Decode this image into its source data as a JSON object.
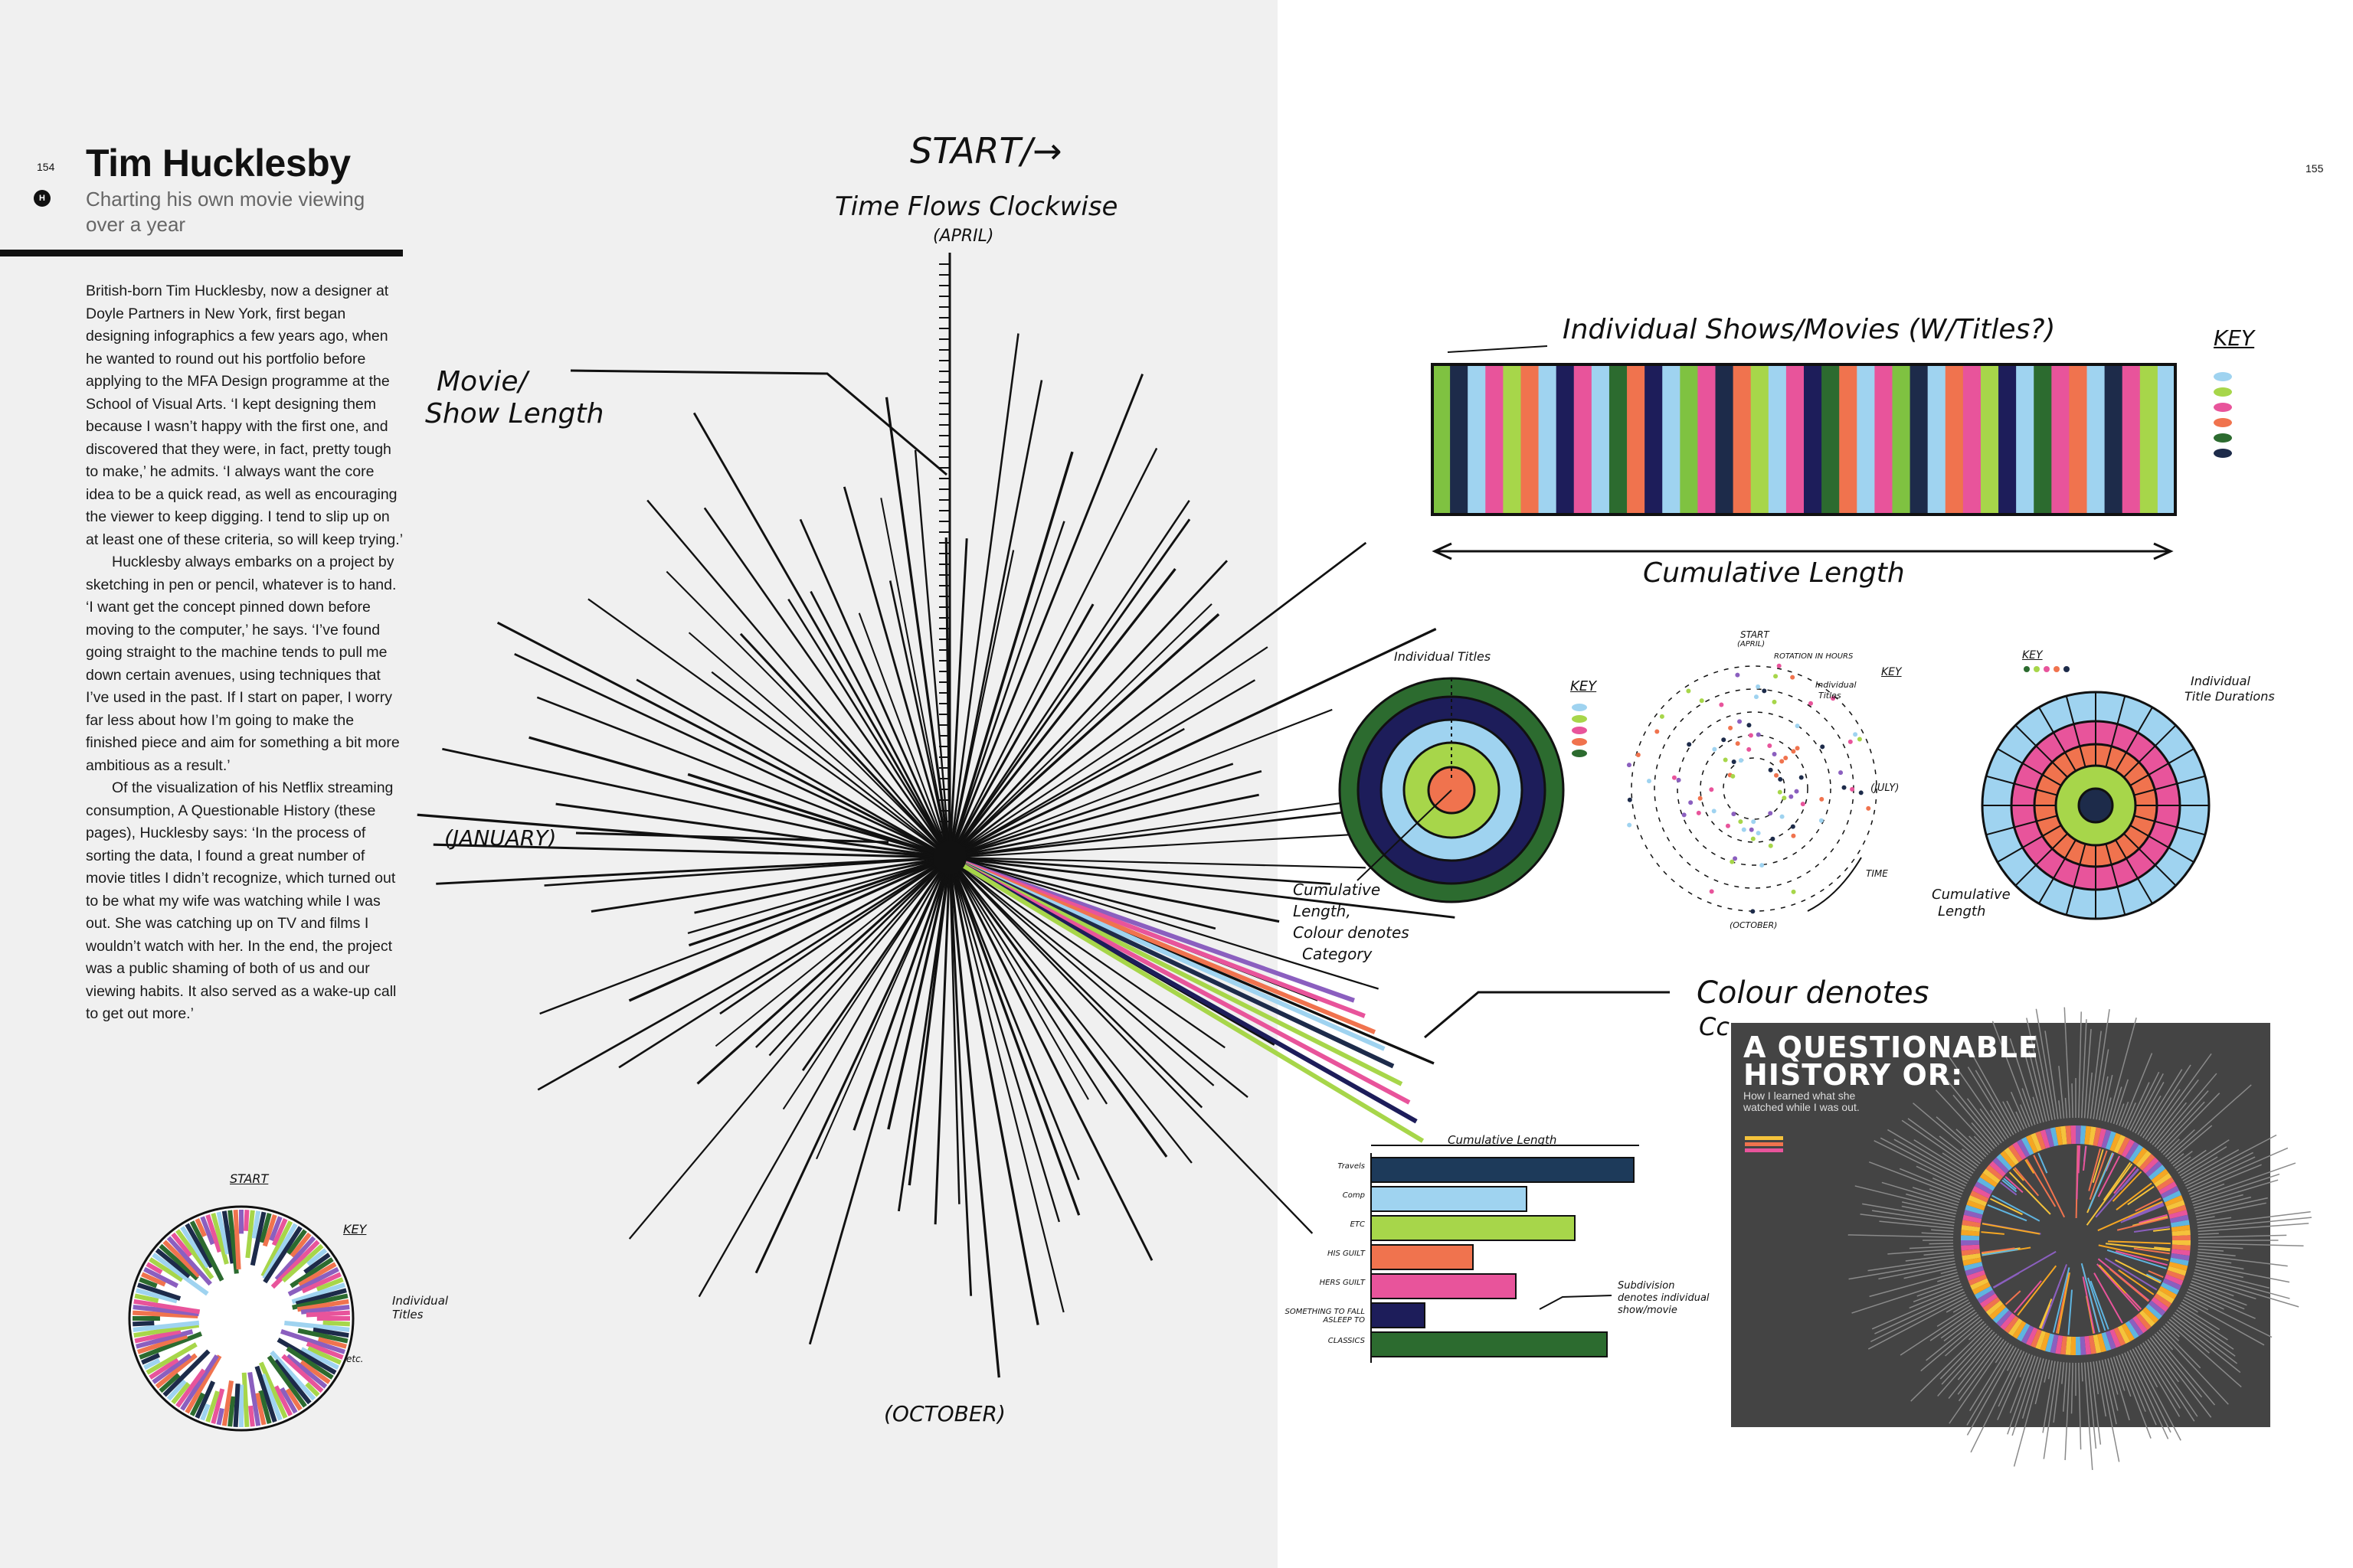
{
  "left_page": {
    "page_number": "154",
    "chapter_marker": "H",
    "title": "Tim Hucklesby",
    "subtitle": "Charting his own movie viewing over a year",
    "paragraphs": [
      "British-born Tim Hucklesby, now a designer at Doyle Partners in New York, first began designing infographics a few years ago, when he wanted to round out his portfolio before applying to the MFA Design programme at the School of Visual Arts. ‘I kept designing them because I wasn’t happy with the first one, and discovered that they were, in fact, pretty tough to make,’ he admits. ‘I always want the core idea to be a quick read, as well as encouraging the viewer to keep digging. I tend to slip up on at least one of these criteria, so will keep trying.’",
      "Hucklesby always embarks on a project by sketching in pen or pencil, whatever is to hand. ‘I want get the concept pinned down before moving to the computer,’ he says. ‘I’ve found going straight to the machine tends to pull me down certain avenues, using techniques that I’ve used in the past. If I start on paper, I worry far less about how I’m going to make the finished piece and aim for something a bit more ambitious as a result.’",
      "Of the visualization of his Netflix streaming consumption, A Questionable History (these pages), Hucklesby says: ‘In the process of sorting the data, I found a great number of movie titles I didn’t recognize, which turned out to be what my wife was watching while I was out. She was catching up on TV and films I wouldn’t watch with her. In the end, the project was a public shaming of both of us and our viewing habits. It also served as a wake-up call to get out more.’"
    ]
  },
  "right_page": {
    "page_number": "155"
  },
  "sketch_radial": {
    "start": "START/→",
    "time_flows": "Time Flows Clockwise",
    "april": "(APRIL)",
    "movie_length": [
      "Movie/",
      "Show Length"
    ],
    "january": "(JANUARY)",
    "october": "(OCTOBER)",
    "colour_denotes": "Colour denotes",
    "colour_denotes_2": "Cc"
  },
  "sketch_strip": {
    "title": "Individual Shows/Movies (W/Titles?)",
    "cumulative": "Cumulative Length",
    "key": "KEY",
    "stripe_colors": [
      "#7fc241",
      "#1d2b4a",
      "#9fd3f0",
      "#e8549b",
      "#a7d64a",
      "#f0734e",
      "#9fd3f0",
      "#1d1d5a",
      "#e8549b",
      "#9fd3f0",
      "#2c6b2f",
      "#f0734e",
      "#1d1d5a",
      "#9fd3f0",
      "#7fc241",
      "#e8549b",
      "#1d2b4a",
      "#f0734e",
      "#a7d64a",
      "#9fd3f0",
      "#e8549b",
      "#1d1d5a",
      "#2c6b2f",
      "#f0734e",
      "#9fd3f0",
      "#e8549b",
      "#7fc241",
      "#1d2b4a",
      "#9fd3f0",
      "#f0734e",
      "#e8549b",
      "#a7d64a",
      "#1d1d5a",
      "#9fd3f0",
      "#2c6b2f",
      "#e8549b",
      "#f0734e",
      "#9fd3f0",
      "#1d2b4a",
      "#e8549b",
      "#a7d64a",
      "#9fd3f0"
    ],
    "key_colors": [
      "#9fd3f0",
      "#a7d64a",
      "#e8549b",
      "#f0734e",
      "#2c6b2f",
      "#1d2b4a"
    ]
  },
  "sketch_rings": {
    "label_titles": "Individual Titles",
    "label_cumulative": [
      "Cumulative",
      "Length,",
      "Colour denotes",
      "Category"
    ],
    "key": "KEY",
    "ring_colors": [
      "#2c6b2f",
      "#1d1d5a",
      "#9fd3f0",
      "#a7d64a",
      "#f0734e"
    ]
  },
  "sketch_dots": {
    "start": "START",
    "april": "(APRIL)",
    "rotation_note": "ROTATION IN HOURS",
    "label_titles": [
      "Individual",
      "Titles"
    ],
    "key": "KEY",
    "july": "(JULY)",
    "october": "(OCTOBER)",
    "time": "TIME"
  },
  "sketch_segments": {
    "key": "KEY",
    "label_titles": [
      "Individual",
      "Title Durations"
    ],
    "label_cumulative": [
      "Cumulative",
      "Length"
    ],
    "ring_colors": [
      "#9fd3f0",
      "#e8549b",
      "#f0734e",
      "#a7d64a",
      "#1d2b4a"
    ]
  },
  "sketch_small": {
    "start": "START",
    "key": "KEY",
    "label_titles": [
      "Individual",
      "Titles"
    ],
    "etc": "etc."
  },
  "sketch_bars": {
    "title": "Cumulative Length",
    "note": [
      "Subdivision",
      "denotes individual",
      "show/movie"
    ],
    "categories": [
      {
        "label": "Travels",
        "color": "#1d3a5a",
        "value": 0.98
      },
      {
        "label": "Comp",
        "color": "#9fd3f0",
        "value": 0.58
      },
      {
        "label": "ETC",
        "color": "#a7d64a",
        "value": 0.76
      },
      {
        "label": "HIS GUILT",
        "color": "#f0734e",
        "value": 0.38
      },
      {
        "label": "HERS GUILT",
        "color": "#e8549b",
        "value": 0.54
      },
      {
        "label": "SOMETHING TO FALL ASLEEP TO",
        "color": "#1d1d5a",
        "value": 0.2
      },
      {
        "label": "CLASSICS",
        "color": "#2c6b2f",
        "value": 0.88
      }
    ]
  },
  "poster": {
    "title": [
      "A QUESTIONABLE",
      "HISTORY OR:"
    ],
    "subtitle": "How I learned what she watched while I was out.",
    "ring_colors": [
      "#f5c33b",
      "#f0734e",
      "#e8549b",
      "#8b5fbf",
      "#5fb4e0",
      "#f5a623"
    ]
  }
}
